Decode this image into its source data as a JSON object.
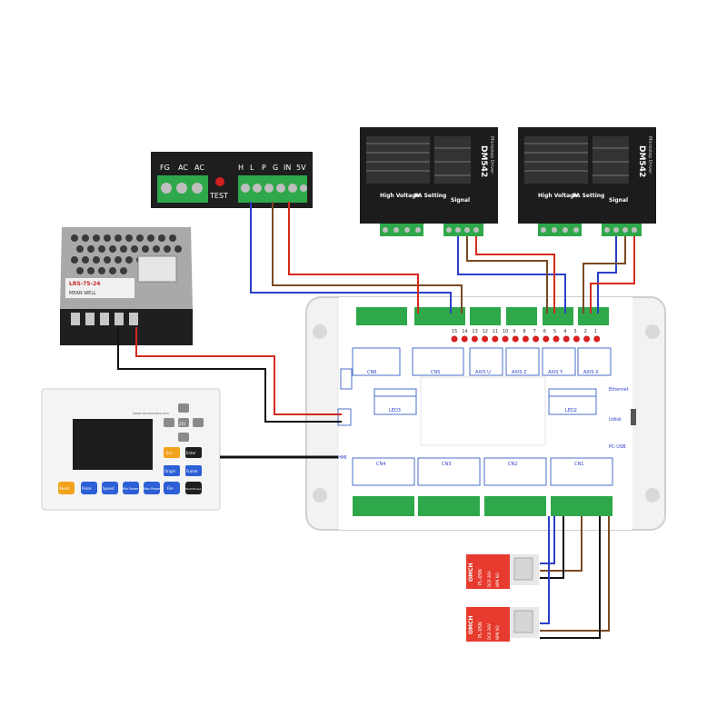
{
  "laser_psu": {
    "left_labels": [
      "FG",
      "AC",
      "AC"
    ],
    "right_labels": [
      "H",
      "L",
      "P",
      "G",
      "IN",
      "5V"
    ],
    "test_label": "TEST"
  },
  "drivers": [
    {
      "model": "DM542",
      "brand": "Microstep Driver",
      "sections": [
        "High Voltage",
        "PA Setting",
        "Signal"
      ]
    },
    {
      "model": "DM542",
      "brand": "Microstep Driver",
      "sections": [
        "High Voltage",
        "PA Setting",
        "Signal"
      ]
    }
  ],
  "dc_psu": {
    "model": "LRS-75-24",
    "brand": "MEAN WELL"
  },
  "controller": {
    "top_numbers": [
      "15",
      "14",
      "13",
      "12",
      "11",
      "10",
      "9",
      "8",
      "7",
      "6",
      "5",
      "4",
      "3",
      "2",
      "1"
    ],
    "section_labels": [
      "CN6",
      "CN5",
      "AXIS U",
      "AXIS Z",
      "AXIS Y",
      "AXIS X"
    ],
    "side_labels": [
      "Ethernet",
      "Udisk",
      "PC-USB"
    ],
    "hmi_label": "HMI",
    "bottom_labels": [
      "CN4",
      "CN3",
      "CN2",
      "CN1"
    ],
    "mid_left_label": "LED3",
    "mid_right_label": "LED2"
  },
  "hmi_panel": {
    "url": "www.rdcustomers.com",
    "buttons": [
      "Reset",
      "Pulse",
      "Speed",
      "Min Power",
      "Max Power",
      "File",
      "Esc",
      "Enter",
      "Origin",
      "Frame",
      "Start/Pause",
      "Z/U"
    ]
  },
  "sensors": [
    {
      "brand": "OMCH",
      "model": "PL-05N",
      "lines": [
        "DC6-36V",
        "NPN NO"
      ]
    },
    {
      "brand": "OMCH",
      "model": "PL-05N",
      "lines": [
        "DC6-36V",
        "NPN NO"
      ]
    }
  ],
  "colors": {
    "wire_red": "#d42a1e",
    "wire_blue": "#2a3fc8",
    "wire_brown": "#7a4a22",
    "wire_black": "#111111",
    "terminal_green": "#2ea84a",
    "driver_body": "#1c1c1c",
    "sensor_red": "#e63b2e"
  }
}
